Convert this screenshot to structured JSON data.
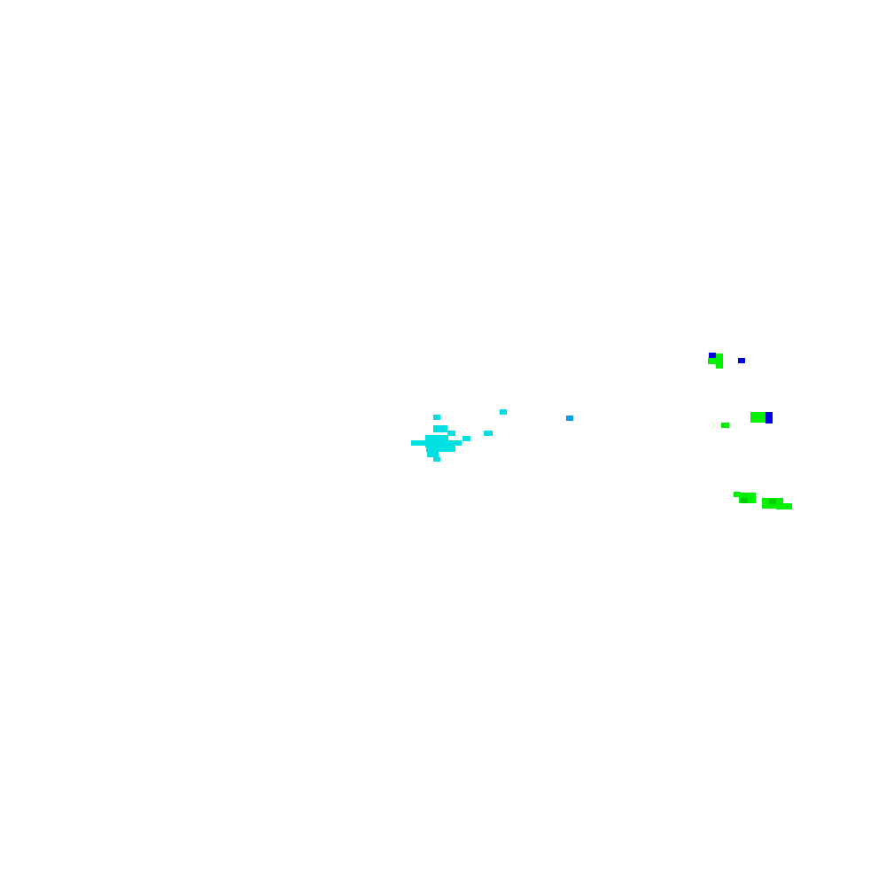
{
  "palette": {
    "background": "#ffffff",
    "cyan": "#00e0e0",
    "sky_blue": "#0a9ae6",
    "green": "#00f000",
    "dark_green": "#00cc00",
    "blue": "#0000e0"
  },
  "clusters": [
    {
      "name": "cyan-cluster",
      "color": "cyan"
    },
    {
      "name": "sky-blue-dot",
      "color": "sky_blue"
    },
    {
      "name": "upper-green-cluster",
      "color": "green"
    },
    {
      "name": "blue-dots",
      "color": "blue"
    },
    {
      "name": "lower-green-cluster",
      "color": "green"
    }
  ]
}
